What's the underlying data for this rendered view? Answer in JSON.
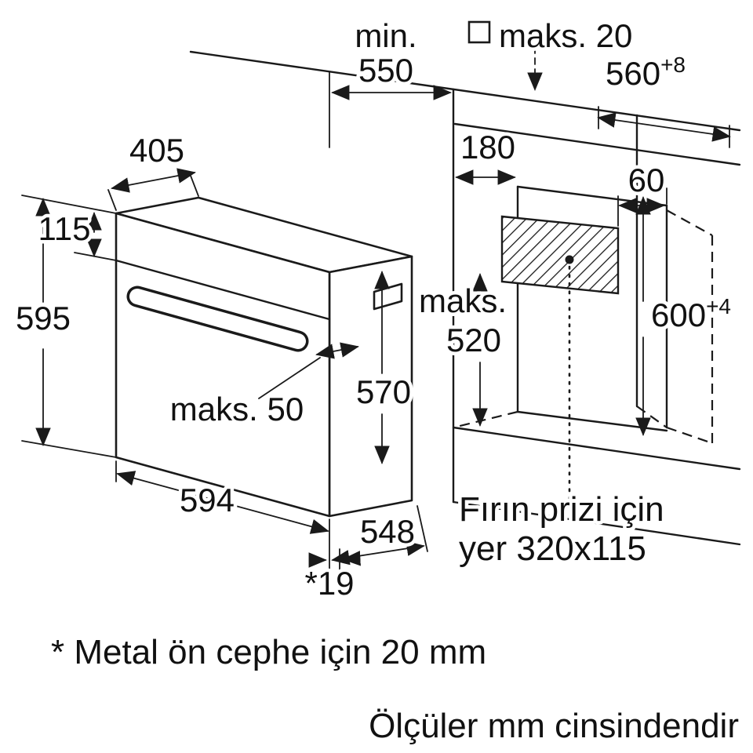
{
  "page": {
    "background": "#ffffff",
    "line_color": "#1a1a1a"
  },
  "diagram": {
    "type": "oven-installation-drawing",
    "dims": {
      "min550": {
        "prefix": "min.",
        "value": "550"
      },
      "maks20": {
        "symbol": "square-outline-icon",
        "label": "maks. 20"
      },
      "d560": {
        "value": "560",
        "tol": "+8"
      },
      "d405": "405",
      "d115": "115",
      "d595": "595",
      "d180": "180",
      "d60": "60",
      "maks520": {
        "prefix": "maks.",
        "value": "520"
      },
      "d600": {
        "value": "600",
        "tol": "+4"
      },
      "d570": "570",
      "maks50": "maks. 50",
      "d594": "594",
      "d548": "548",
      "d19": "*19"
    },
    "socket_note": {
      "line1": "Fırın prizi için",
      "line2": "yer 320x115"
    },
    "footnote": "* Metal ön cephe için 20 mm",
    "units_note": "Ölçüler mm cinsindendir"
  }
}
